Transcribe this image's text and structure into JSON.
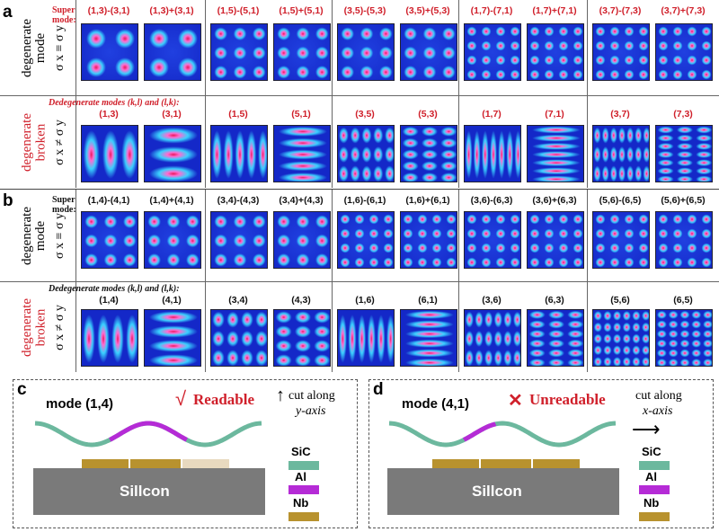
{
  "panel_a": {
    "label": "a",
    "row_degenerate": {
      "side_line1": "degenerate",
      "side_line2": "mode",
      "condition": "σ x ≡ σ y",
      "super_label": "Super mode:",
      "groups": [
        {
          "t1": "(1,3)-(3,1)",
          "t2": "(1,3)+(3,1)"
        },
        {
          "t1": "(1,5)-(5,1)",
          "t2": "(1,5)+(5,1)"
        },
        {
          "t1": "(3,5)-(5,3)",
          "t2": "(3,5)+(5,3)"
        },
        {
          "t1": "(1,7)-(7,1)",
          "t2": "(1,7)+(7,1)"
        },
        {
          "t1": "(3,7)-(7,3)",
          "t2": "(3,7)+(7,3)"
        }
      ]
    },
    "row_broken": {
      "side_line1": "degenerate",
      "side_line2": "broken",
      "condition": "σ x ≠ σ y",
      "note": "Dedegenerate modes (k,l) and (l,k):",
      "groups": [
        {
          "t1": "(1,3)",
          "t2": "(3,1)"
        },
        {
          "t1": "(1,5)",
          "t2": "(5,1)"
        },
        {
          "t1": "(3,5)",
          "t2": "(5,3)"
        },
        {
          "t1": "(1,7)",
          "t2": "(7,1)"
        },
        {
          "t1": "(3,7)",
          "t2": "(7,3)"
        }
      ]
    }
  },
  "panel_b": {
    "label": "b",
    "row_degenerate": {
      "side_line1": "degenerate",
      "side_line2": "mode",
      "condition": "σ x ≡ σ y",
      "super_label": "Super mode:",
      "groups": [
        {
          "t1": "(1,4)-(4,1)",
          "t2": "(1,4)+(4,1)"
        },
        {
          "t1": "(3,4)-(4,3)",
          "t2": "(3,4)+(4,3)"
        },
        {
          "t1": "(1,6)-(6,1)",
          "t2": "(1,6)+(6,1)"
        },
        {
          "t1": "(3,6)-(6,3)",
          "t2": "(3,6)+(6,3)"
        },
        {
          "t1": "(5,6)-(6,5)",
          "t2": "(5,6)+(6,5)"
        }
      ]
    },
    "row_broken": {
      "side_line1": "degenerate",
      "side_line2": "broken",
      "condition": "σ x ≠ σ y",
      "note": "Dedegenerate modes (k,l) and (l,k):",
      "groups": [
        {
          "t1": "(1,4)",
          "t2": "(4,1)"
        },
        {
          "t1": "(3,4)",
          "t2": "(4,3)"
        },
        {
          "t1": "(1,6)",
          "t2": "(6,1)"
        },
        {
          "t1": "(3,6)",
          "t2": "(6,3)"
        },
        {
          "t1": "(5,6)",
          "t2": "(6,5)"
        }
      ]
    }
  },
  "panel_c": {
    "label": "c",
    "mode": "mode (1,4)",
    "mark": "√",
    "status": "Readable",
    "cut_line1": "cut along",
    "cut_line2": "y-axis",
    "substrate": "Sillcon",
    "legend": [
      "SiC",
      "Al",
      "Nb"
    ]
  },
  "panel_d": {
    "label": "d",
    "mode": "mode (4,1)",
    "mark": "✕",
    "status": "Unreadable",
    "cut_line1": "cut along",
    "cut_line2": "x-axis",
    "substrate": "Sillcon",
    "legend": [
      "SiC",
      "Al",
      "Nb"
    ]
  },
  "colors": {
    "accent_red": "#d0202b",
    "field_low": "#1428c8",
    "field_high": "#e8185a",
    "sic": "#6cb89e",
    "al": "#b52bd6",
    "nb": "#b8922e",
    "silicon": "#7a7a7a"
  }
}
